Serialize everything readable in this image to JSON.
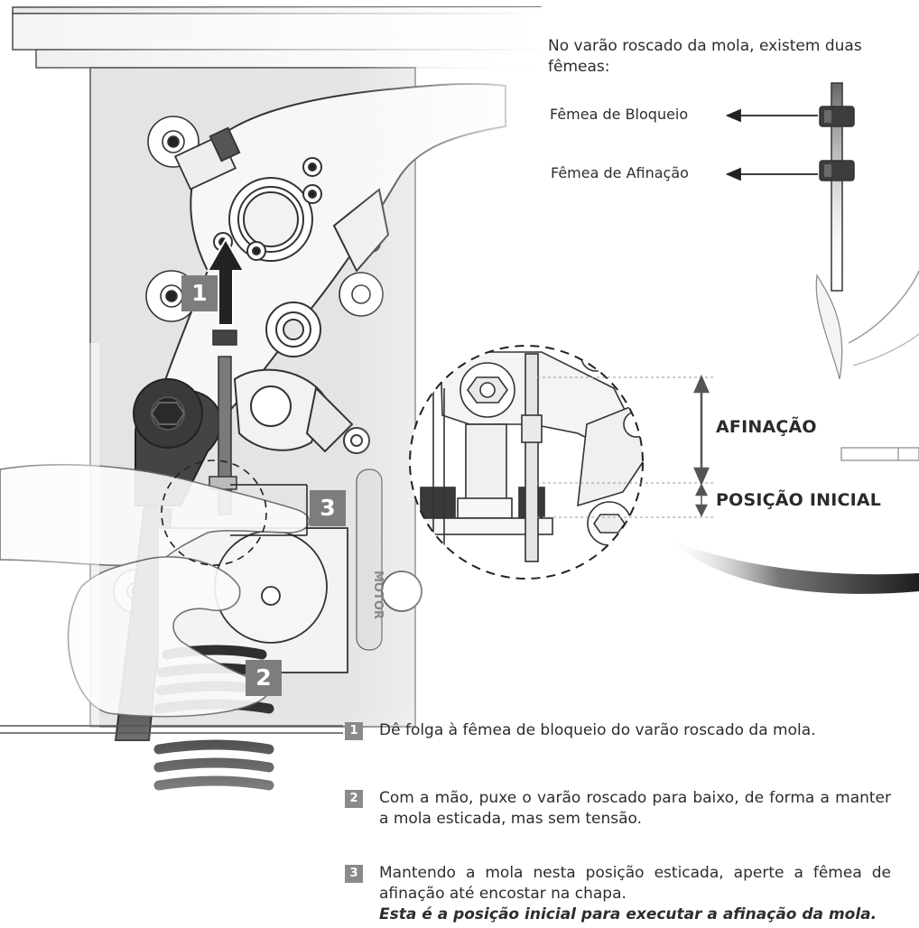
{
  "intro": "No varão roscado da mola, existem duas fêmeas:",
  "nut_labels": {
    "lock": "Fêmea de Bloqueio",
    "tuning": "Fêmea de Afinação"
  },
  "detail_labels": {
    "tuning": "AFINAÇÃO",
    "initial": "POSIÇÃO INICIAL"
  },
  "motor_text": "MOTOR",
  "badges": [
    "1",
    "2",
    "3"
  ],
  "steps": [
    {
      "num": "1",
      "text": "Dê folga à fêmea de bloqueio do varão roscado da mola."
    },
    {
      "num": "2",
      "text": "Com a mão, puxe o varão roscado para baixo, de forma a manter a mola esticada, mas sem tensão."
    },
    {
      "num": "3",
      "text": "Mantendo a mola nesta posição esticada, aperte a fêmea de afinação até encostar na chapa.",
      "note": "Esta é a posição inicial para executar a afinação da mola."
    }
  ],
  "colors": {
    "badge": "#7d7d7d",
    "line": "#333333",
    "dark_part": "#3a3a3a"
  }
}
